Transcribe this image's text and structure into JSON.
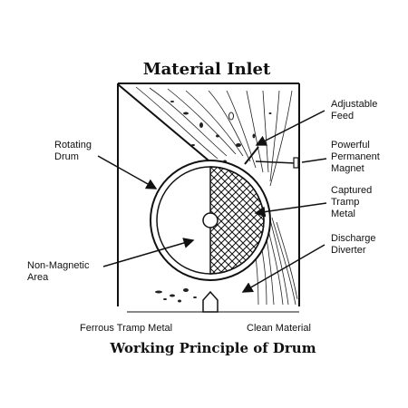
{
  "diagram": {
    "title": "Material Inlet",
    "caption": "Working Principle of Drum",
    "labels": {
      "adjustable_feed": [
        "Adjustable",
        "Feed"
      ],
      "rotating_drum": [
        "Rotating",
        "Drum"
      ],
      "powerful_magnet": [
        "Powerful",
        "Permanent",
        "Magnet"
      ],
      "captured_tramp": [
        "Captured",
        "Tramp",
        "Metal"
      ],
      "discharge_diverter": [
        "Discharge",
        "Diverter"
      ],
      "non_magnetic": [
        "Non-Magnetic",
        "Area"
      ],
      "ferrous_tramp": "Ferrous Tramp Metal",
      "clean_material": "Clean Material"
    }
  }
}
